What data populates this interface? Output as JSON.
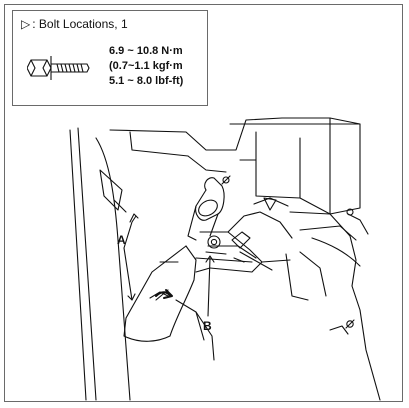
{
  "legend": {
    "marker": "▷",
    "title": ": Bolt Locations, 1",
    "icon": "bolt-icon",
    "torque": [
      "6.9 ~ 10.8 N·m",
      "(0.7~1.1 kgf·m",
      "5.1 ~ 8.0 lbf-ft)"
    ]
  },
  "callouts": {
    "a": "A",
    "b": "B"
  },
  "colors": {
    "line": "#111111",
    "border": "#6a6a6a",
    "background": "#ffffff"
  }
}
